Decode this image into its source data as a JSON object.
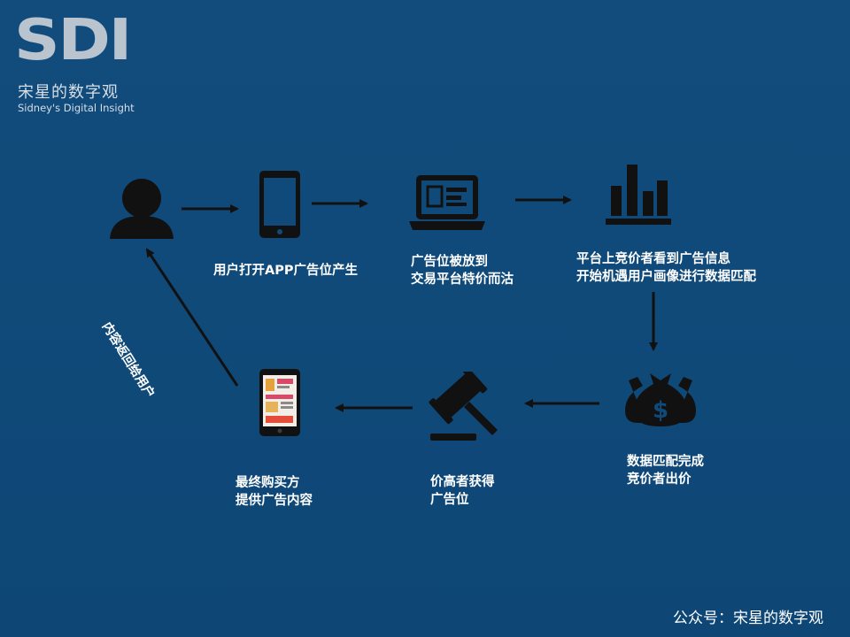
{
  "logo": {
    "mark": "SDI",
    "name_cn": "宋星的数字观",
    "name_en": "Sidney's Digital Insight"
  },
  "steps": [
    {
      "lines": [
        "用户打开APP广告位产生"
      ]
    },
    {
      "lines": [
        "广告位被放到",
        "交易平台特价而沽"
      ]
    },
    {
      "lines": [
        "平台上竞价者看到广告信息",
        "开始机遇用户画像进行数据匹配"
      ]
    },
    {
      "lines": [
        "数据匹配完成",
        "竞价者出价"
      ]
    },
    {
      "lines": [
        "价高者获得",
        "广告位"
      ]
    },
    {
      "lines": [
        "最终购买方",
        "提供广告内容"
      ]
    }
  ],
  "return_label": "内容返回给用户",
  "footer": "公众号：宋星的数字观",
  "colors": {
    "background": "#0f4a7a",
    "icon": "#111111",
    "text": "#ffffff"
  }
}
